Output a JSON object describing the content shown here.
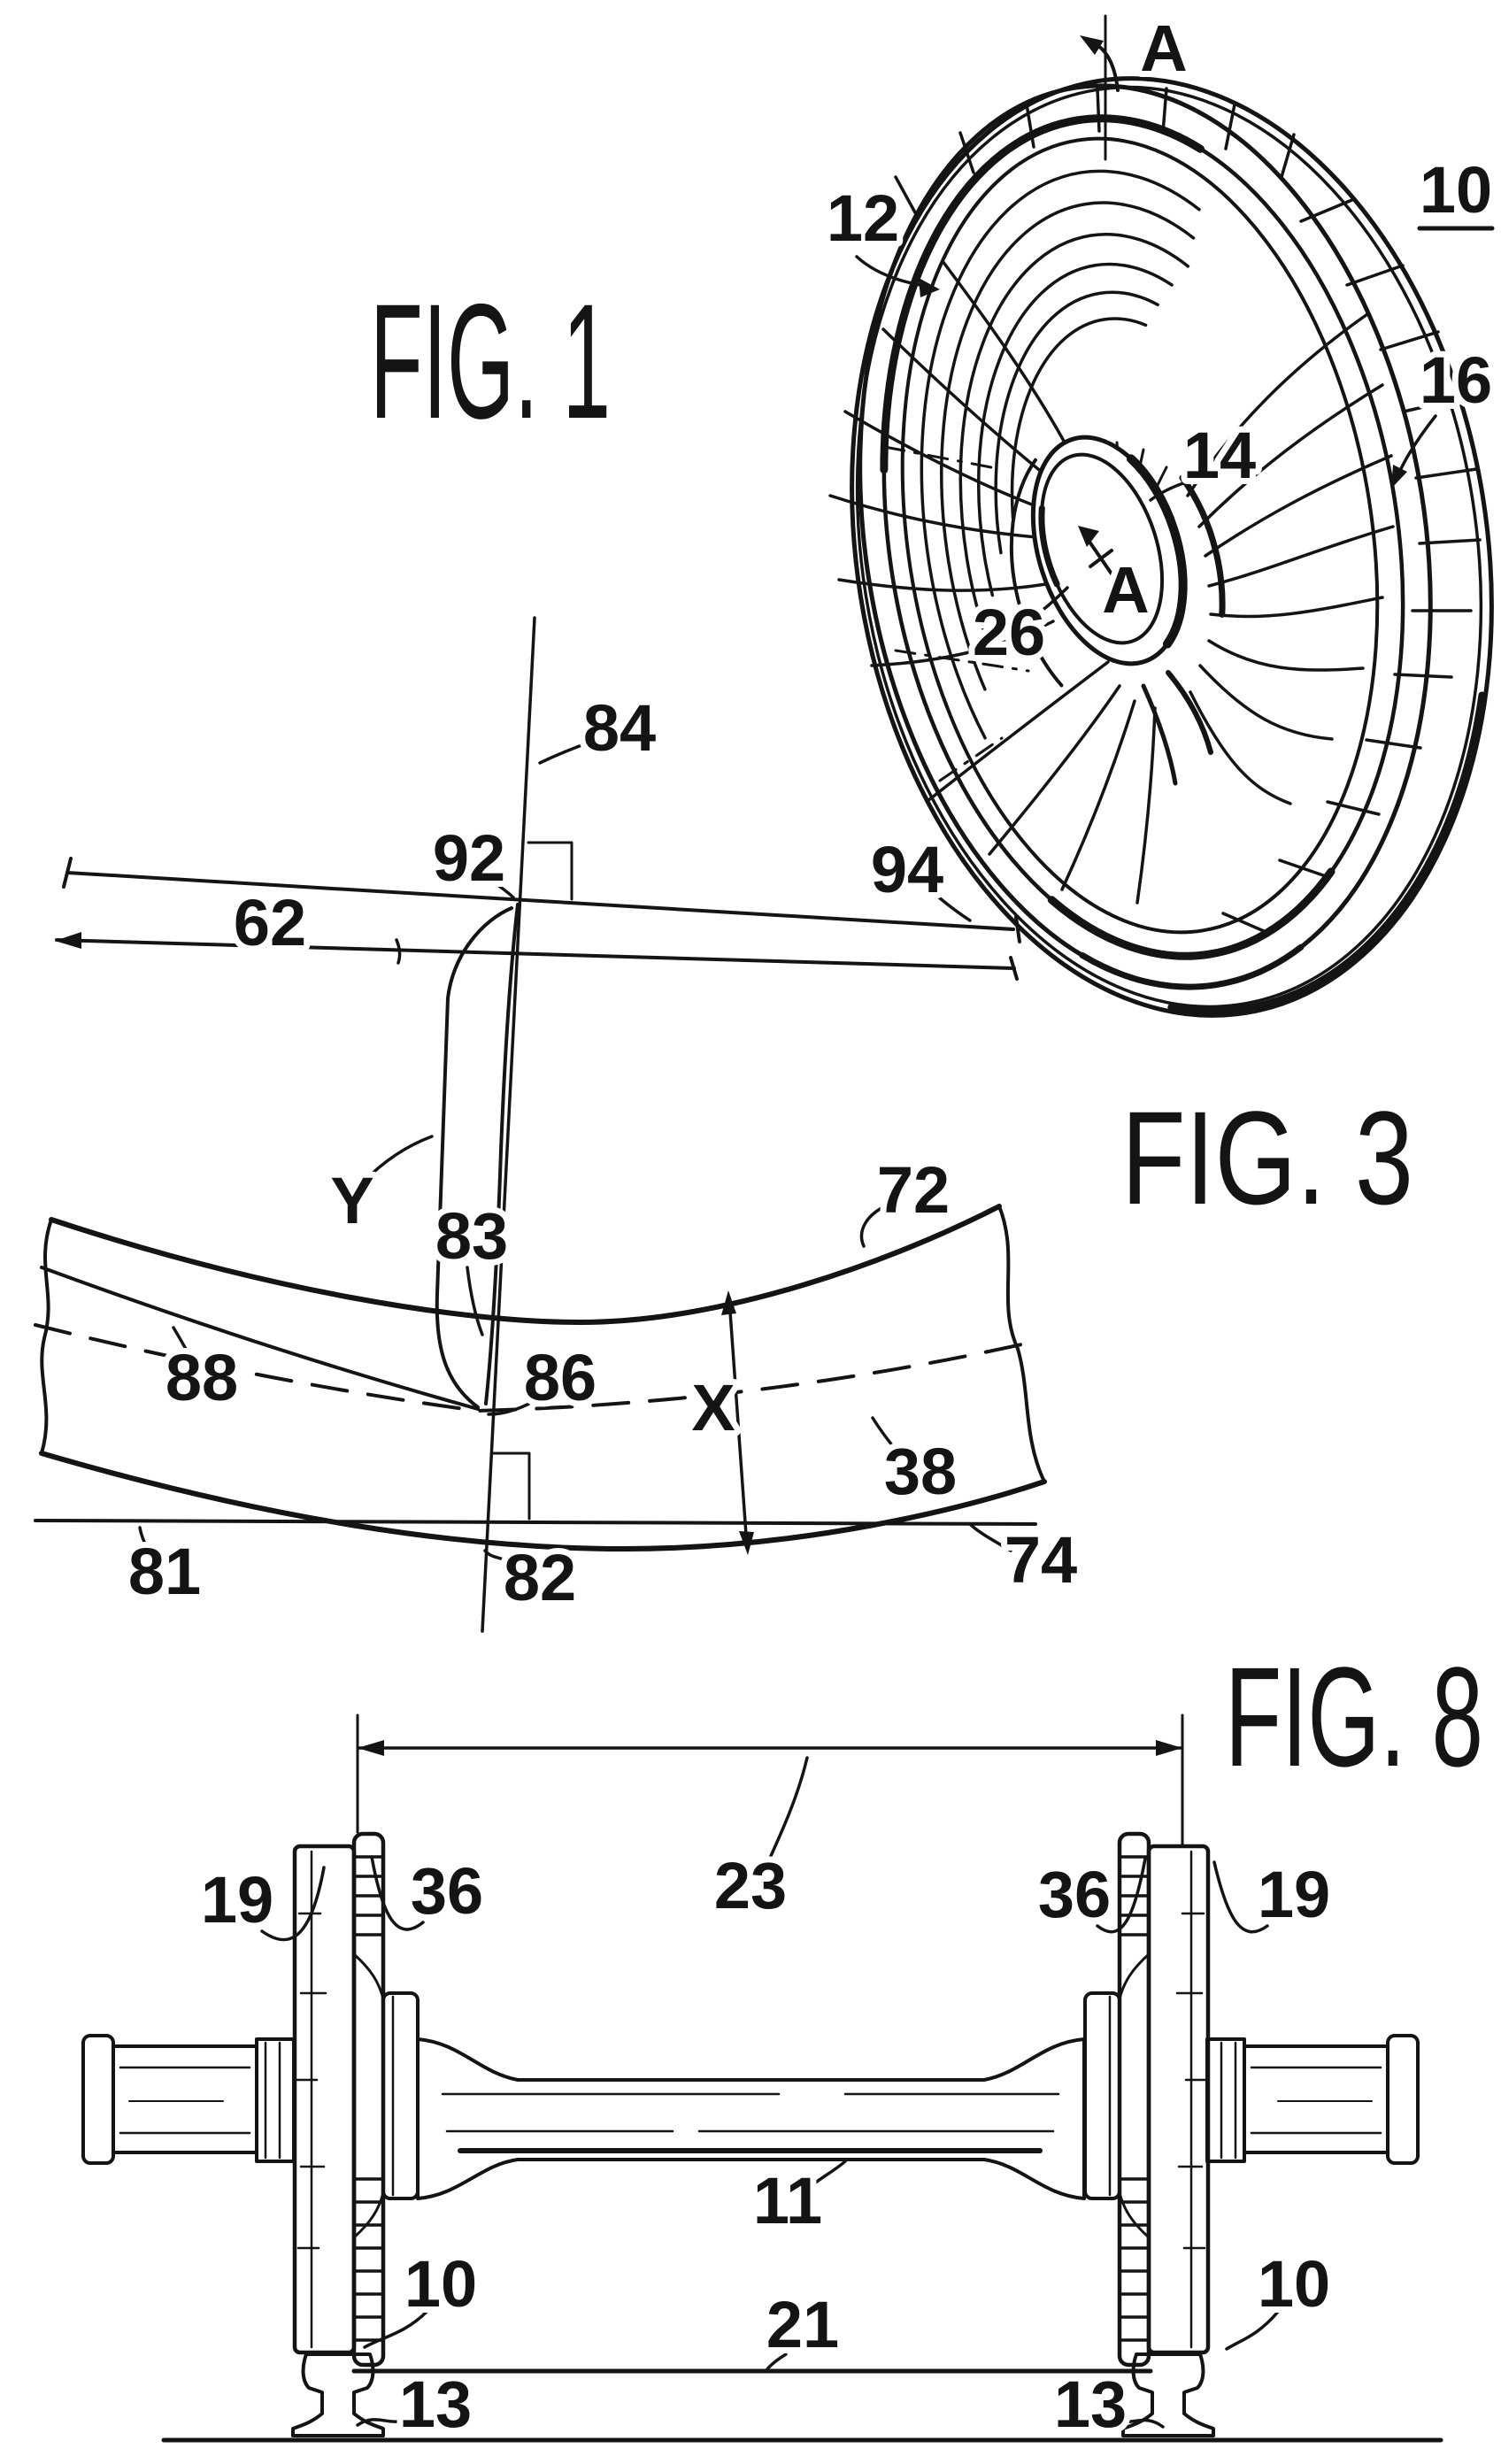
{
  "colors": {
    "ink": "#141414",
    "paper": "#ffffff"
  },
  "fig1": {
    "title": "FIG. 1",
    "labels": {
      "a_top": "A",
      "n10": "10",
      "n12": "12",
      "n16": "16",
      "n14": "14",
      "n26": "26",
      "a_hub": "A"
    }
  },
  "fig3": {
    "title": "FIG. 3",
    "labels": {
      "n84": "84",
      "n92": "92",
      "n94": "94",
      "n62": "62",
      "y": "Y",
      "n83": "83",
      "n88": "88",
      "n86": "86",
      "n72": "72",
      "x": "X",
      "n38": "38",
      "n74": "74",
      "n81": "81",
      "n82": "82"
    }
  },
  "fig8": {
    "title": "FIG. 8",
    "labels": {
      "n19_left": "19",
      "n36_left": "36",
      "n23": "23",
      "n36_right": "36",
      "n19_right": "19",
      "n11": "11",
      "n10_left": "10",
      "n10_right": "10",
      "n21": "21",
      "n13_left": "13",
      "n13_right": "13"
    }
  }
}
